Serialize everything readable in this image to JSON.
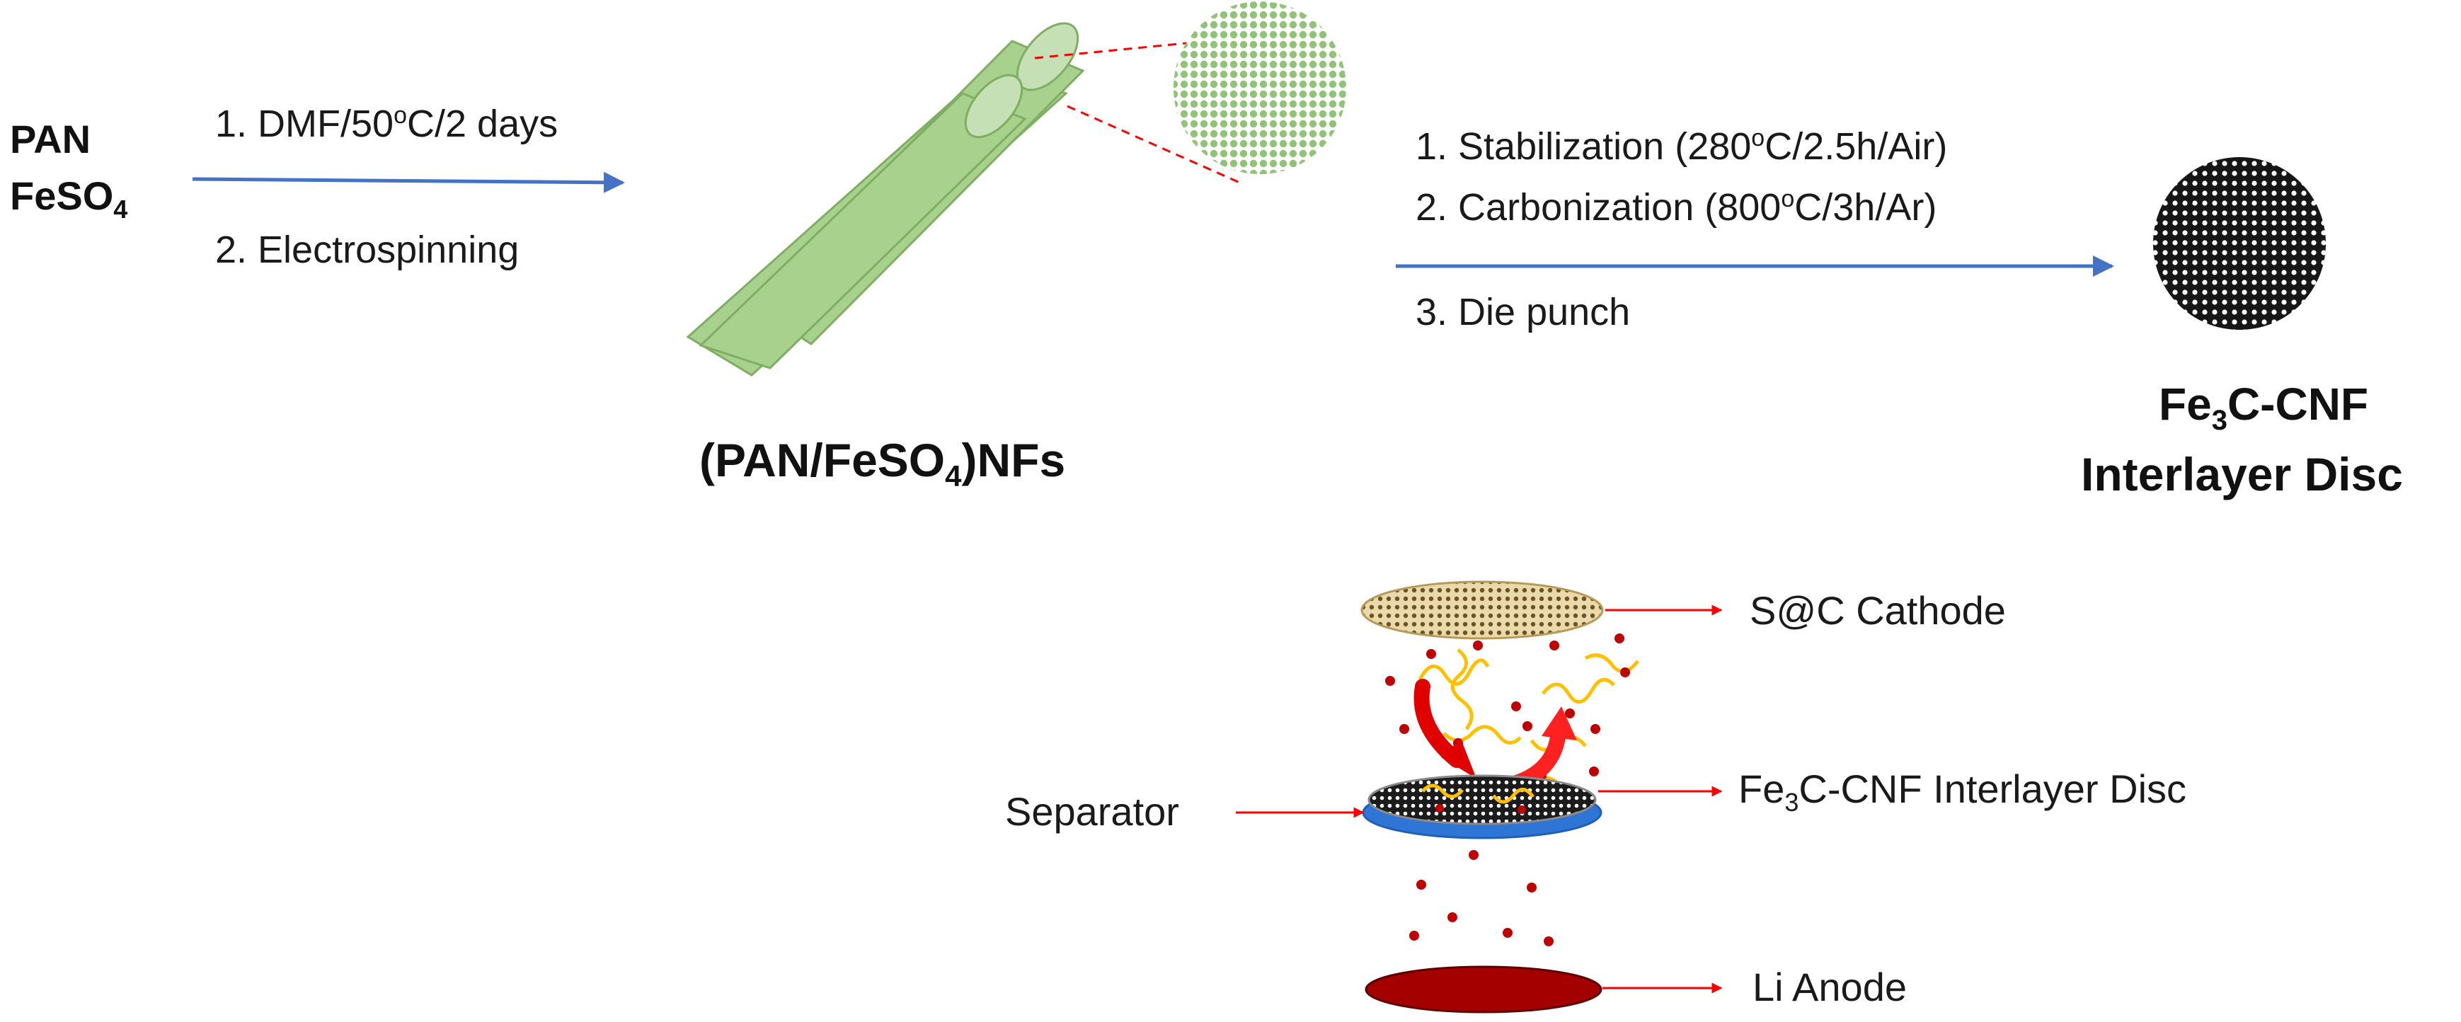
{
  "reactants": {
    "line1": "PAN",
    "line2_base": "FeSO",
    "line2_sub": "4"
  },
  "step1": {
    "item1": "1.  DMF/50",
    "item1_sup": "o",
    "item1_rest": "C/2 days",
    "item2": "2.  Electrospinning"
  },
  "nanofibers": {
    "label_pre": "(PAN/FeSO",
    "label_sub": "4",
    "label_post": ")NFs"
  },
  "step2": {
    "item1_pre": "1.  Stabilization (280",
    "item1_sup": "o",
    "item1_post": "C/2.5h/Air)",
    "item2_pre": "2.  Carbonization (800",
    "item2_sup": "o",
    "item2_post": "C/3h/Ar)",
    "item3": "3.  Die punch"
  },
  "product": {
    "line1_pre": "Fe",
    "line1_sub": "3",
    "line1_post": "C-CNF",
    "line2": "Interlayer Disc"
  },
  "cell": {
    "cathode": "S@C Cathode",
    "interlayer_pre": "Fe",
    "interlayer_sub": "3",
    "interlayer_post": "C-CNF Interlayer Disc",
    "separator": "Separator",
    "anode": "Li Anode"
  },
  "colors": {
    "process_arrow": "#4472c4",
    "label_arrow": "#ff0000",
    "fiber_green": "#a9d18e",
    "fiber_outline": "#8fbc70",
    "cathode_fill": "#e6d3a3",
    "separator_blue": "#2e75d6",
    "anode_red": "#a50000",
    "polysulfide_yellow": "#ffc000",
    "ion_red": "#c00000"
  }
}
